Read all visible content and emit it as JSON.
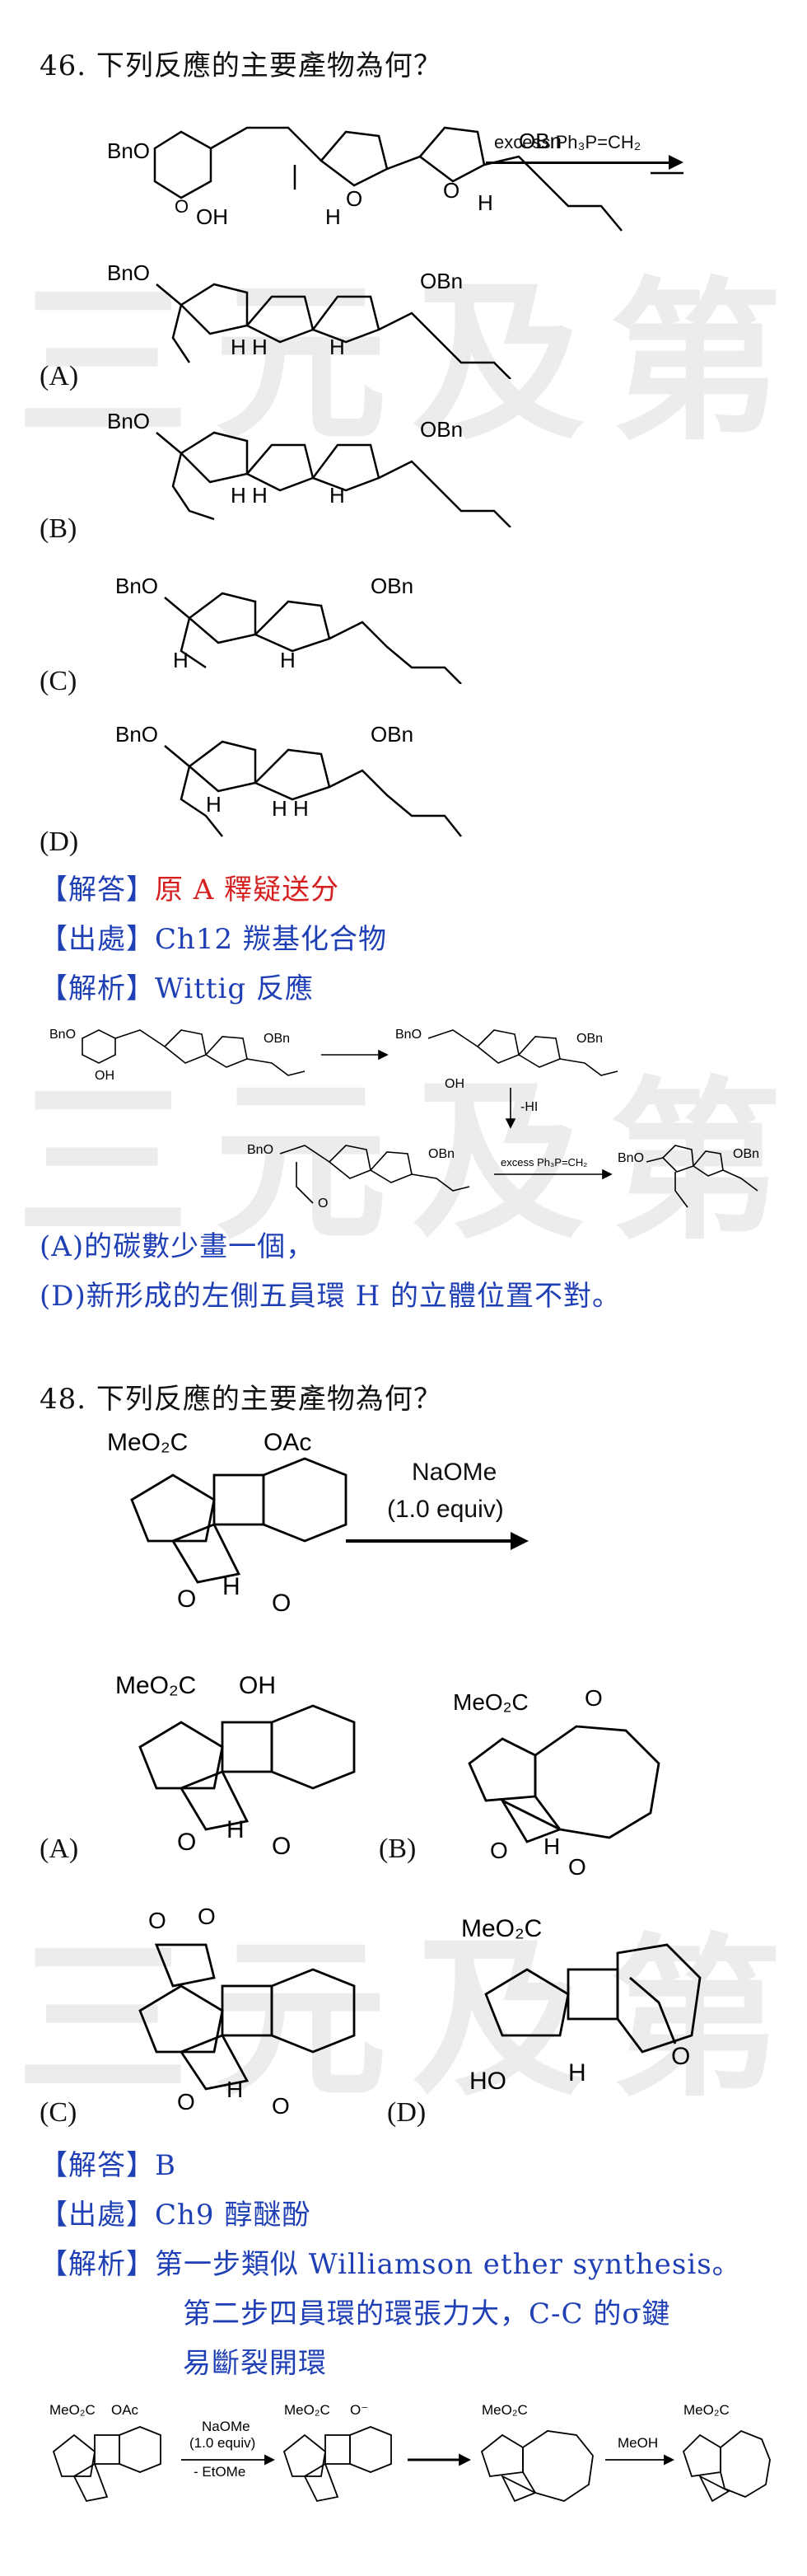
{
  "watermark": "三元及第",
  "q46": {
    "title": "46. 下列反應的主要產物為何？",
    "reagent": "excess Ph₃P=CH₂",
    "reactant": {
      "left_group": "BnO",
      "right_group": "OBn",
      "oh": "OH",
      "ring_o": "O",
      "h": "H"
    },
    "options": [
      {
        "label": "(A)",
        "left_group": "BnO",
        "right_group": "OBn"
      },
      {
        "label": "(B)",
        "left_group": "BnO",
        "right_group": "OBn"
      },
      {
        "label": "(C)",
        "left_group": "BnO",
        "right_group": "OBn"
      },
      {
        "label": "(D)",
        "left_group": "BnO",
        "right_group": "OBn"
      }
    ],
    "answer_tag": "【解答】",
    "answer": "原 A 釋疑送分",
    "source_tag": "【出處】",
    "source": "Ch12 羰基化合物",
    "analysis_tag": "【解析】",
    "analysis": "Wittig 反應",
    "mech": {
      "bno": "BnO",
      "obn": "OBn",
      "oh": "OH",
      "o": "O",
      "minus_hi": "-HI",
      "reagent": "excess Ph₃P=CH₂"
    },
    "notes": [
      "(A)的碳數少畫一個，",
      "(D)新形成的左側五員環 H 的立體位置不對。"
    ]
  },
  "q48": {
    "title": "48. 下列反應的主要產物為何？",
    "reagent_line1": "NaOMe",
    "reagent_line2": "(1.0 equiv)",
    "reactant": {
      "ester": "MeO₂C",
      "oac": "OAc",
      "o": "O",
      "h": "H"
    },
    "options": [
      {
        "label": "(A)",
        "ester": "MeO₂C",
        "oh": "OH"
      },
      {
        "label": "(B)",
        "ester": "MeO₂C"
      },
      {
        "label": "(C)"
      },
      {
        "label": "(D)",
        "ester": "MeO₂C",
        "ho": "HO"
      }
    ],
    "answer_tag": "【解答】",
    "answer": "B",
    "source_tag": "【出處】",
    "source": "Ch9 醇醚酚",
    "analysis_tag": "【解析】",
    "analysis_lines": [
      "第一步類似 Williamson ether synthesis。",
      "第二步四員環的環張力大，C-C 的σ鍵",
      "易斷裂開環"
    ],
    "mech": {
      "ester": "MeO₂C",
      "oac": "OAc",
      "reagent1": "NaOMe",
      "reagent2": "(1.0 equiv)",
      "reagent3": "- EtOMe",
      "step3": "MeOH"
    }
  }
}
